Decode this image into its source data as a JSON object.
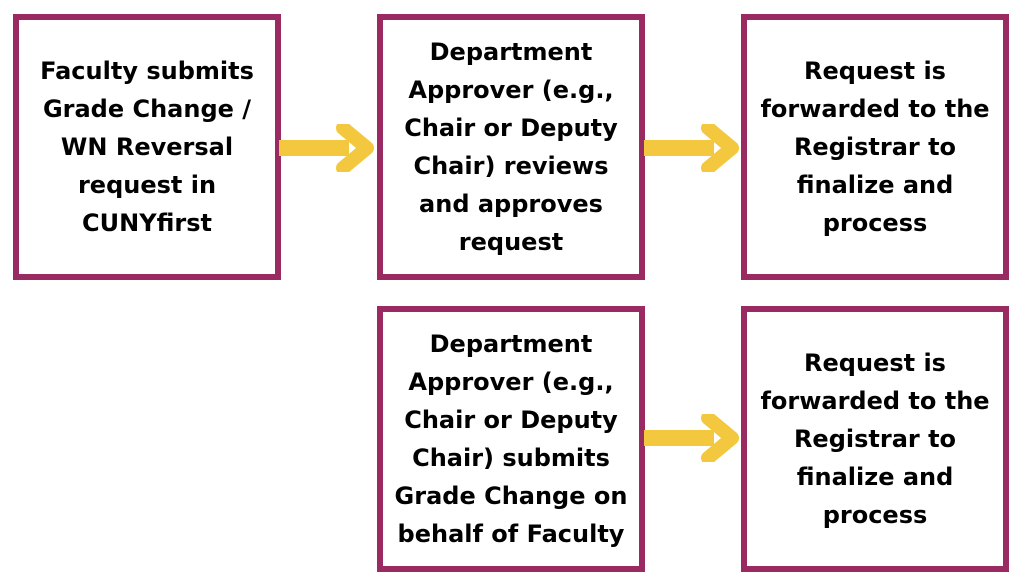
{
  "colors": {
    "box_border": "#9a2a62",
    "arrow": "#f3c73e",
    "text": "#000000",
    "background": "#ffffff"
  },
  "steps": {
    "faculty_submits": "Faculty submits\nGrade Change /\nWN Reversal\nrequest in\nCUNYfirst",
    "approver_reviews": "Department\nApprover (e.g.,\nChair or Deputy\nChair) reviews\nand approves\nrequest",
    "forwarded_top": "Request is\nforwarded to the\nRegistrar to\nfinalize and\nprocess",
    "approver_submits": "Department\nApprover (e.g.,\nChair or Deputy\nChair) submits\nGrade Change on\nbehalf of Faculty",
    "forwarded_bottom": "Request is\nforwarded to the\nRegistrar to\nfinalize and\nprocess"
  },
  "icons": {
    "arrow": "arrow-right-icon"
  }
}
